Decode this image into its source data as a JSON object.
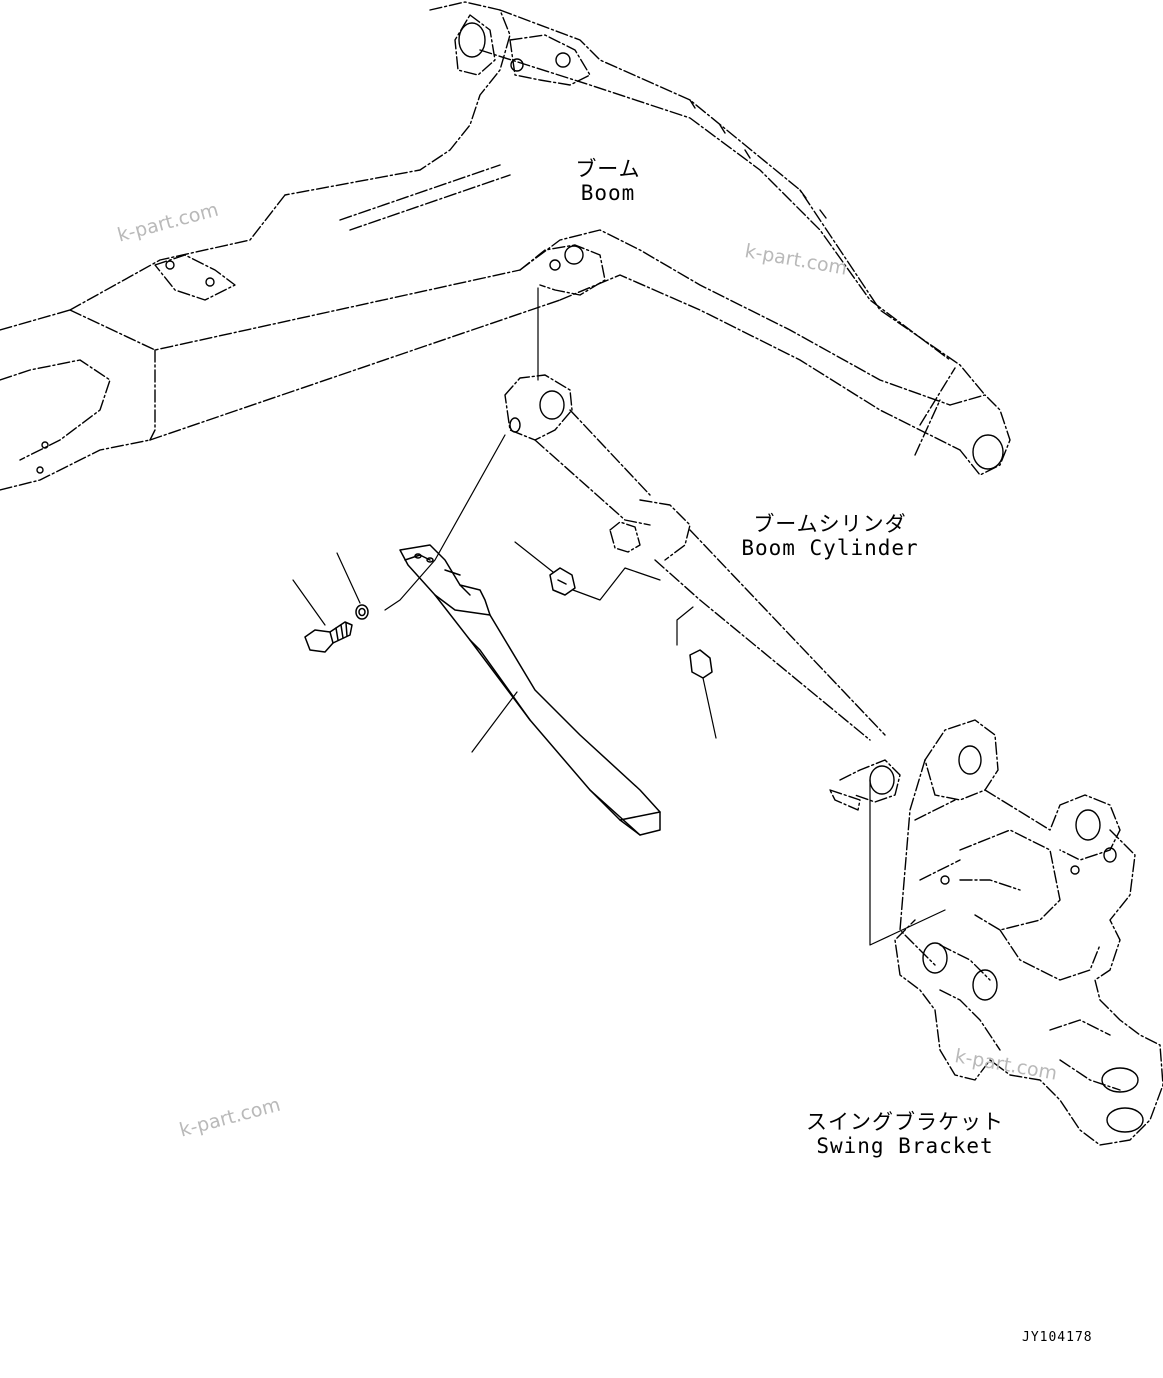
{
  "labels": {
    "boom": {
      "ja": "ブーム",
      "en": "Boom"
    },
    "boom_cylinder": {
      "ja": "ブームシリンダ",
      "en": "Boom Cylinder"
    },
    "swing_bracket": {
      "ja": "スイングブラケット",
      "en": "Swing Bracket"
    }
  },
  "watermark": "k-part.com",
  "drawing_id": "JY104178",
  "colors": {
    "line": "#000000",
    "watermark": "#b9b9b9",
    "background": "#ffffff"
  }
}
